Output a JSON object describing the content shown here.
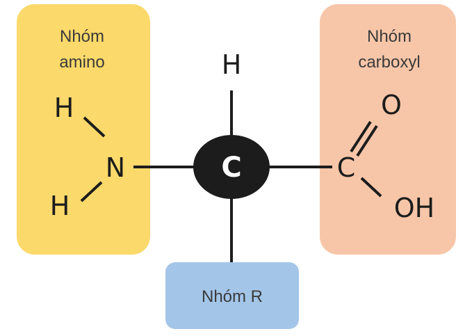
{
  "colors": {
    "amino_group": "#fbd96a",
    "carboxyl_group": "#f7c6a8",
    "r_group": "#a3c5e8",
    "central_carbon": "#1c1c1c",
    "bonds": "#1c1c1c"
  },
  "amino_group": {
    "label_line1": "Nhóm",
    "label_line2": "amino",
    "atom_h_top": "H",
    "atom_n": "N",
    "atom_h_bottom": "H"
  },
  "carboxyl_group": {
    "label_line1": "Nhóm",
    "label_line2": "carboxyl",
    "atom_o": "O",
    "atom_c": "C",
    "atom_oh": "OH"
  },
  "r_group": {
    "label": "Nhóm R"
  },
  "central": {
    "atom_c": "C",
    "atom_h": "H"
  }
}
